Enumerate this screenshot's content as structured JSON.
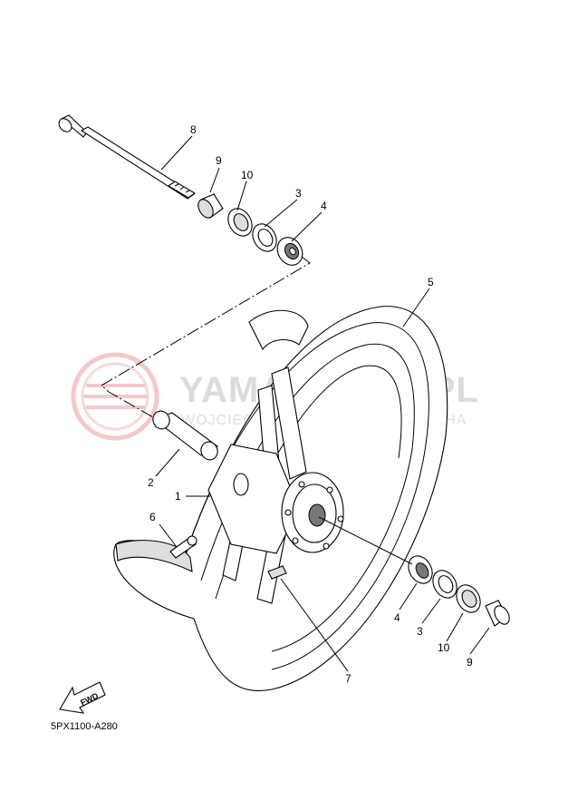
{
  "watermark": {
    "brand": "YAMA-SKLEP.PL",
    "subtitle": "WOJCIECHOWICZ | DEALER YAMAHA",
    "logo_color": "#f2c4c4"
  },
  "callouts": {
    "axle": "8",
    "collar_top": "9",
    "oil_seal_top": "10",
    "bearing_3_top": "3",
    "bearing_4_top": "4",
    "tire": "5",
    "spacer": "2",
    "wheel_hub": "1",
    "valve": "6",
    "bearing_4_bottom": "4",
    "bearing_3_bottom": "3",
    "oil_seal_bottom": "10",
    "collar_bottom": "9",
    "balance_weight": "7"
  },
  "fwd_label": "FWD",
  "reference_code": "5PX1100-A280"
}
